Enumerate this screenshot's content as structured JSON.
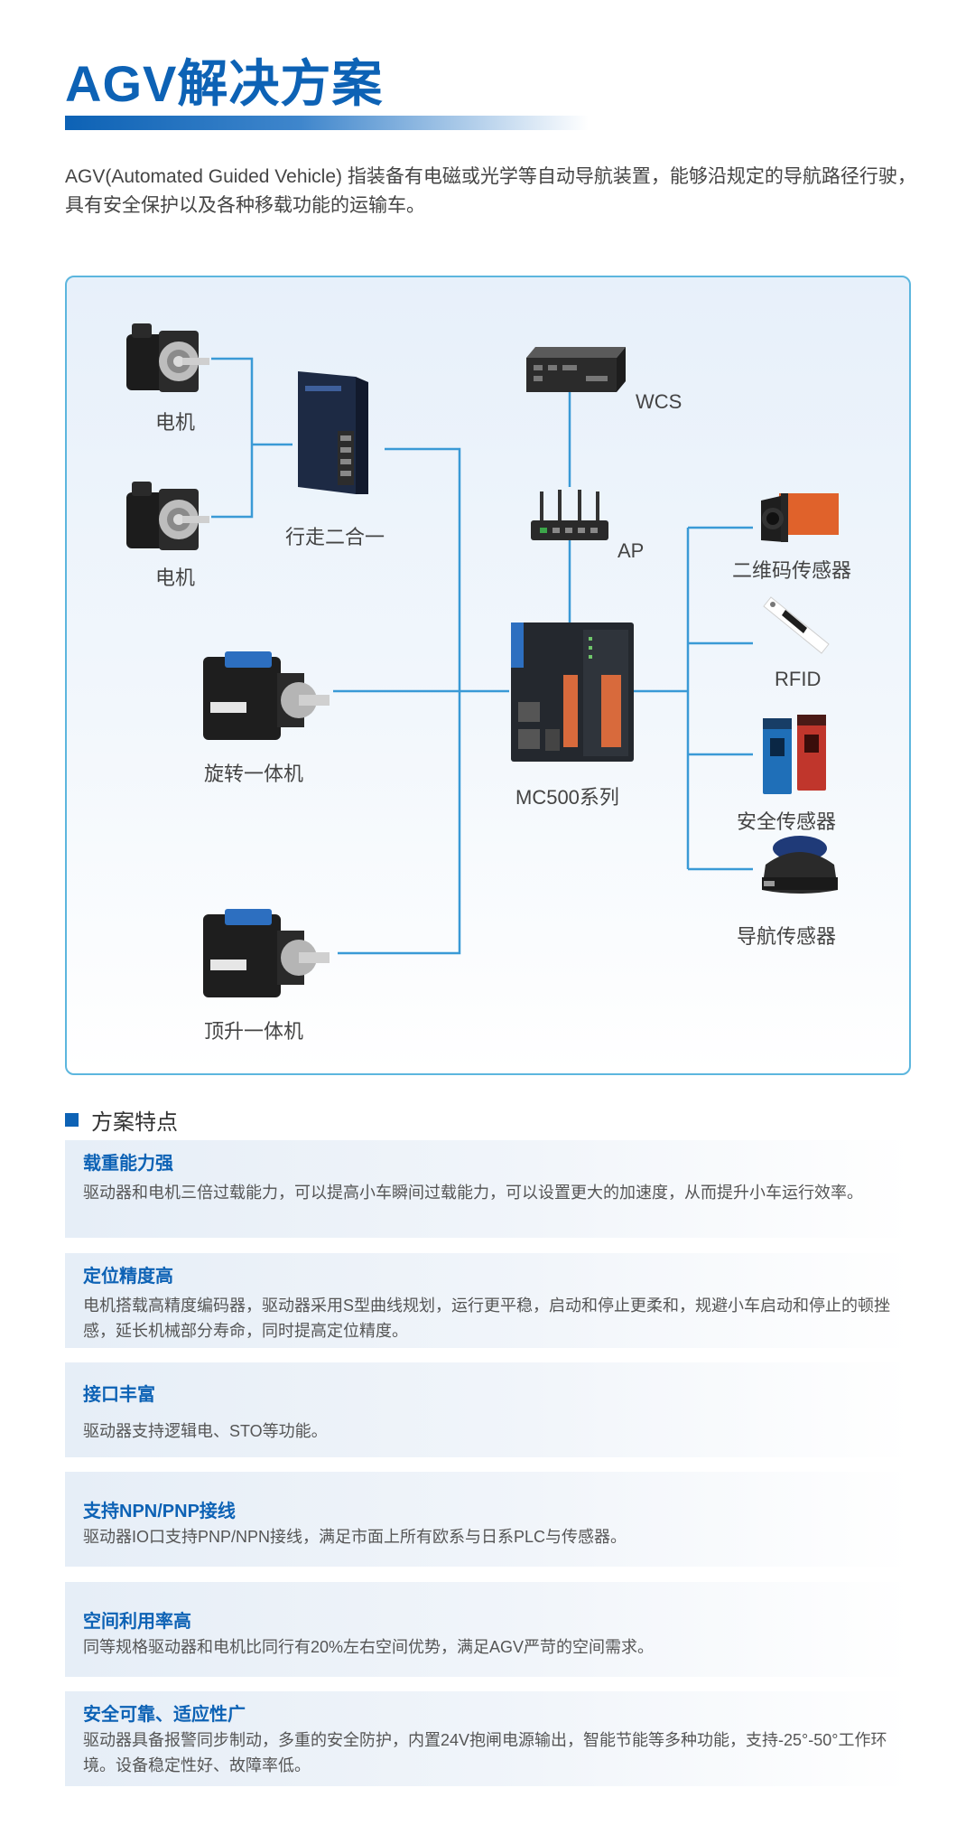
{
  "header": {
    "title": "AGV解决方案",
    "intro": "AGV(Automated Guided Vehicle) 指装备有电磁或光学等自动导航装置，能够沿规定的导航路径行驶，具有安全保护以及各种移载功能的运输车。"
  },
  "diagram": {
    "motor_1": "电机",
    "motor_2": "电机",
    "drive": "行走二合一",
    "rotation": "旋转一体机",
    "lift": "顶升一体机",
    "wcs": "WCS",
    "ap": "AP",
    "controller": "MC500系列",
    "qr_sensor": "二维码传感器",
    "rfid": "RFID",
    "safety_sensor": "安全传感器",
    "nav_sensor": "导航传感器",
    "colors": {
      "line": "#3a9ad6",
      "border": "#5cb6de"
    }
  },
  "features": {
    "heading": "方案特点",
    "items": [
      {
        "title": "载重能力强",
        "desc": "驱动器和电机三倍过载能力，可以提高小车瞬间过载能力，可以设置更大的加速度，从而提升小车运行效率。"
      },
      {
        "title": "定位精度高",
        "desc": "电机搭载高精度编码器，驱动器采用S型曲线规划，运行更平稳，启动和停止更柔和，规避小车启动和停止的顿挫感，延长机械部分寿命，同时提高定位精度。"
      },
      {
        "title": "接口丰富",
        "desc": "驱动器支持逻辑电、STO等功能。"
      },
      {
        "title": "支持NPN/PNP接线",
        "desc": "驱动器IO口支持PNP/NPN接线，满足市面上所有欧系与日系PLC与传感器。"
      },
      {
        "title": "空间利用率高",
        "desc": "同等规格驱动器和电机比同行有20%左右空间优势，满足AGV严苛的空间需求。"
      },
      {
        "title": "安全可靠、适应性广",
        "desc": "驱动器具备报警同步制动，多重的安全防护，内置24V抱闸电源输出，智能节能等多种功能，支持-25°-50°工作环境。设备稳定性好、故障率低。"
      }
    ],
    "accent": "#0d62b5"
  }
}
